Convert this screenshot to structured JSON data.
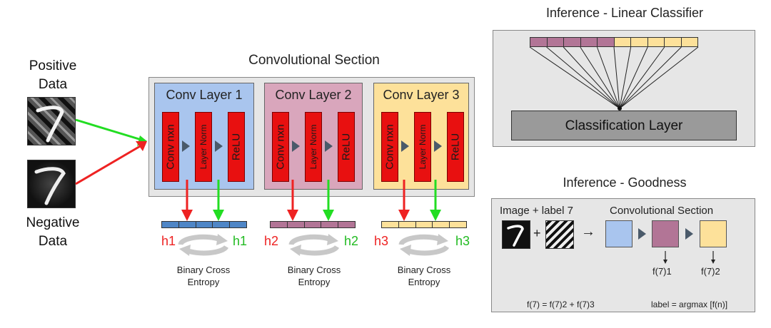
{
  "input": {
    "positive_label_line1": "Positive",
    "positive_label_line2": "Data",
    "negative_label_line1": "Negative",
    "negative_label_line2": "Data"
  },
  "conv_section": {
    "title": "Convolutional Section",
    "layers": [
      {
        "title": "Conv Layer 1",
        "color": "#a9c5ee",
        "ops": [
          "Conv nxn",
          "Layer Norm",
          "ReLU"
        ]
      },
      {
        "title": "Conv Layer 2",
        "color": "#d9a6bc",
        "ops": [
          "Conv nxn",
          "Layer Norm",
          "ReLU"
        ]
      },
      {
        "title": "Conv Layer 3",
        "color": "#fde19a",
        "ops": [
          "Conv nxn",
          "Layer Norm",
          "ReLU"
        ]
      }
    ],
    "outputs": [
      {
        "left": "h1",
        "right": "h1",
        "bar_color": "#4f86c6"
      },
      {
        "left": "h2",
        "right": "h2",
        "bar_color": "#b27596"
      },
      {
        "left": "h3",
        "right": "h3",
        "bar_color": "#fde19a"
      }
    ],
    "loss_line1": "Binary Cross",
    "loss_line2": "Entropy"
  },
  "linear": {
    "title": "Inference - Linear Classifier",
    "classification_label": "Classification Layer",
    "input_colors": [
      "#b27596",
      "#b27596",
      "#b27596",
      "#b27596",
      "#b27596",
      "#fde19a",
      "#fde19a",
      "#fde19a",
      "#fde19a",
      "#fde19a"
    ]
  },
  "goodness": {
    "title": "Inference - Goodness",
    "image_label": "Image + label 7",
    "plus": "+",
    "arrow": "→",
    "conv_label": "Convolutional Section",
    "f1": "f(7)1",
    "f2": "f(7)2",
    "formula_left": "f(7) = f(7)2 + f(7)3",
    "formula_right": "label = argmax [f(n)]"
  },
  "colors": {
    "green": "#22dd22",
    "red": "#ee2222",
    "panel_gray": "#e6e6e6",
    "blue": "#a9c5ee",
    "pink": "#b27596",
    "yellow": "#fde19a",
    "op_red": "#e81010"
  }
}
